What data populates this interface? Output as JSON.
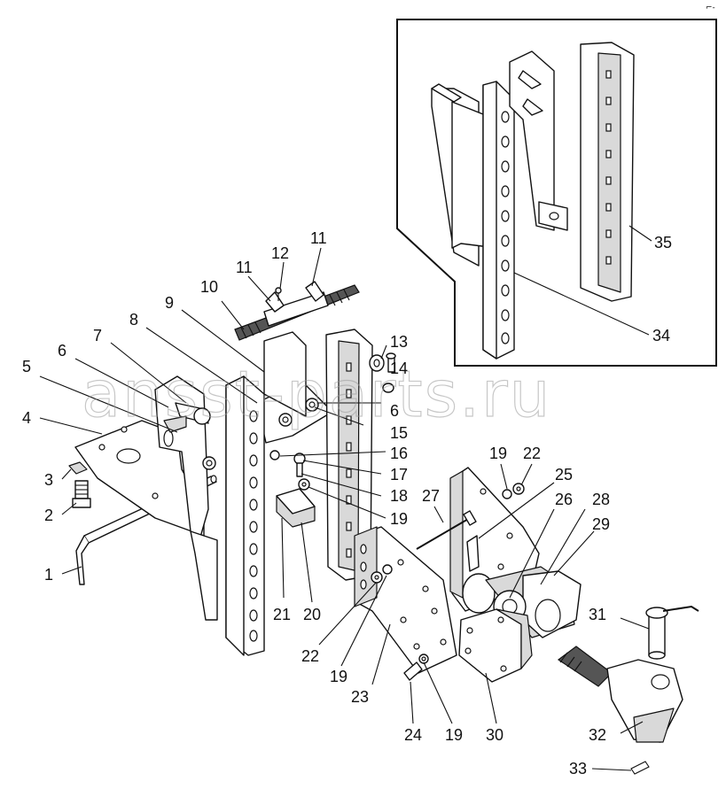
{
  "watermark": "ansst-parts.ru",
  "corner_mark": "⌐-",
  "callouts": {
    "c1": "1",
    "c2": "2",
    "c3": "3",
    "c4": "4",
    "c5": "5",
    "c6a": "6",
    "c6b": "6",
    "c7": "7",
    "c8": "8",
    "c9": "9",
    "c10": "10",
    "c11a": "11",
    "c11b": "11",
    "c12": "12",
    "c13": "13",
    "c14": "14",
    "c15": "15",
    "c16": "16",
    "c17": "17",
    "c18": "18",
    "c19a": "19",
    "c19b": "19",
    "c19c": "19",
    "c19d": "19",
    "c20": "20",
    "c21": "21",
    "c22a": "22",
    "c22b": "22",
    "c23": "23",
    "c24": "24",
    "c25": "25",
    "c26": "26",
    "c27": "27",
    "c28": "28",
    "c29": "29",
    "c30": "30",
    "c31": "31",
    "c32": "32",
    "c33": "33",
    "c34": "34",
    "c35": "35"
  },
  "colors": {
    "line": "#111111",
    "shade": "#d9d9d9",
    "watermark": "#9a9a9a"
  }
}
